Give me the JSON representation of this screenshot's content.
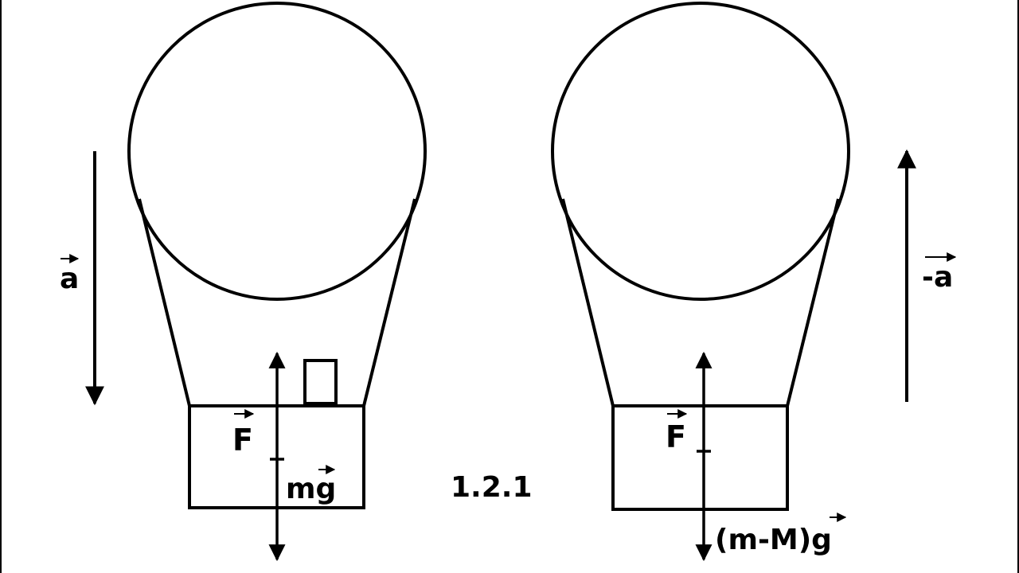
{
  "diagram_id": "1.2.1",
  "left_balloon": {
    "acceleration_label": "a",
    "force_label": "F",
    "weight_label": "mg"
  },
  "right_balloon": {
    "acceleration_label": "-a",
    "force_label": "F",
    "weight_label": "(m-M)g"
  }
}
